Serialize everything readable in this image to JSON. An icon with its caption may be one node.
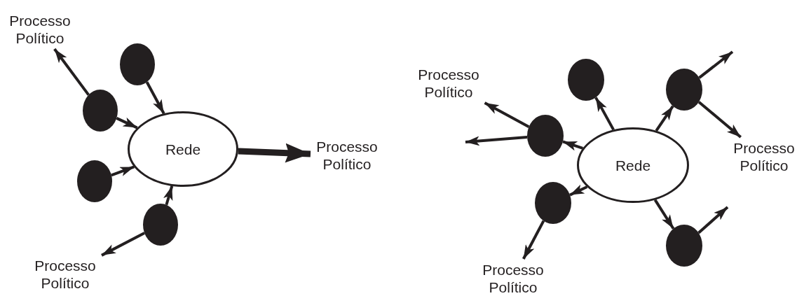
{
  "diagram": {
    "nodes": [
      {
        "text": [
          "Processo Político"
        ]
      },
      {
        "text": [],
        "shape": "circle"
      },
      {
        "text": [],
        "shape": "circle"
      },
      {
        "text": [],
        "shape": "circle"
      },
      {
        "text": [],
        "shape": "circle"
      },
      {
        "text": [
          "Rede"
        ]
      },
      {
        "text": [
          "Processo Político"
        ]
      },
      {
        "text": [
          "Processo Político"
        ]
      },
      {
        "text": [
          "Processo Político"
        ]
      },
      {
        "text": [],
        "shape": "circle"
      },
      {
        "text": [],
        "shape": "circle"
      },
      {
        "text": [],
        "shape": "circle"
      },
      {
        "text": [],
        "shape": "circle"
      },
      {
        "text": [],
        "shape": "circle"
      },
      {
        "text": [
          "Rede"
        ]
      },
      {
        "text": [
          "Processo Político"
        ]
      },
      {
        "text": [
          "Processo Político"
        ]
      }
    ],
    "edges": [
      {
        "from": 1,
        "to": 5,
        "arrow": "to"
      },
      {
        "from": 2,
        "to": 5,
        "arrow": "to"
      },
      {
        "from": 2,
        "to": 0,
        "arrow": "to"
      },
      {
        "from": 3,
        "to": 5,
        "arrow": "to"
      },
      {
        "from": 4,
        "to": 5,
        "arrow": "to"
      },
      {
        "from": 4,
        "to": 7,
        "arrow": "to"
      },
      {
        "from": 5,
        "to": 6,
        "arrow": "to",
        "style": "thick"
      },
      {
        "from": 14,
        "to": 9,
        "arrow": "to"
      },
      {
        "from": 14,
        "to": 10,
        "arrow": "to"
      },
      {
        "from": 14,
        "to": 11,
        "arrow": "to"
      },
      {
        "from": 14,
        "to": 12,
        "arrow": "to"
      },
      {
        "from": 14,
        "to": 13,
        "arrow": "to"
      },
      {
        "from": 10,
        "to": 8,
        "arrow": "to"
      },
      {
        "from": 10,
        "to": null,
        "arrow": "to"
      },
      {
        "from": 11,
        "to": null,
        "arrow": "to"
      },
      {
        "from": 11,
        "to": 15,
        "arrow": "to"
      },
      {
        "from": 12,
        "to": 16,
        "arrow": "to"
      },
      {
        "from": 13,
        "to": null,
        "arrow": "to"
      }
    ]
  }
}
